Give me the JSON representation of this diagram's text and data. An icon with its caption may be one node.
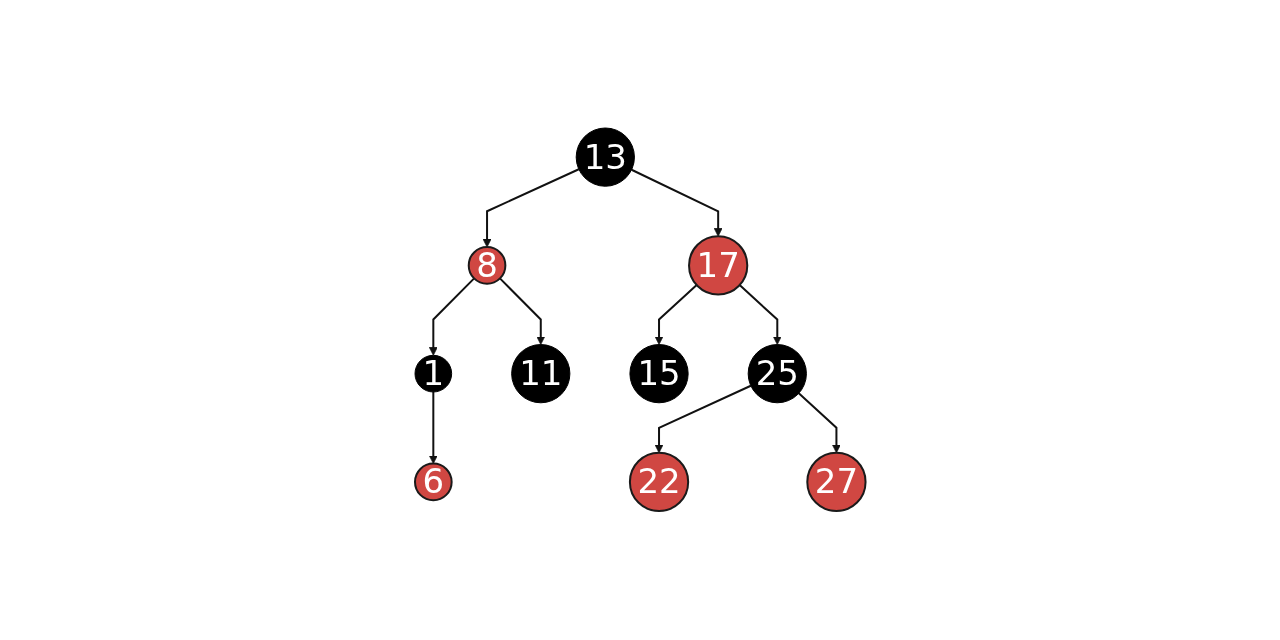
{
  "diagram": {
    "nodes": [
      {
        "text": [
          "13"
        ]
      },
      {
        "text": [
          "8"
        ]
      },
      {
        "text": [
          "17"
        ]
      },
      {
        "text": [
          "1"
        ]
      },
      {
        "text": [
          "11"
        ]
      },
      {
        "text": [
          "15"
        ]
      },
      {
        "text": [
          "25"
        ]
      },
      {
        "text": [
          "6"
        ]
      },
      {
        "text": [
          "22"
        ]
      },
      {
        "text": [
          "27"
        ]
      }
    ],
    "edges": [
      {
        "from": 0,
        "to": 1,
        "arrow": "to"
      },
      {
        "from": 0,
        "to": 2,
        "arrow": "to"
      },
      {
        "from": 1,
        "to": 3,
        "arrow": "to"
      },
      {
        "from": 1,
        "to": 4,
        "arrow": "to"
      },
      {
        "from": 2,
        "to": 5,
        "arrow": "to"
      },
      {
        "from": 2,
        "to": 6,
        "arrow": "to"
      },
      {
        "from": 3,
        "to": 7,
        "arrow": "to"
      },
      {
        "from": 6,
        "to": 8,
        "arrow": "to"
      },
      {
        "from": 6,
        "to": 9,
        "arrow": "to"
      }
    ]
  }
}
